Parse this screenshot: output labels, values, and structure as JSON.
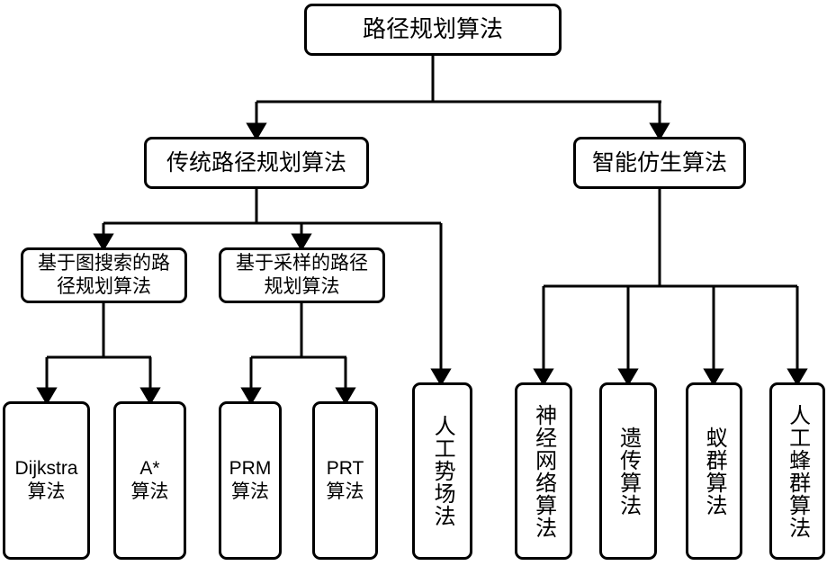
{
  "diagram": {
    "title": "路径规划算法",
    "type": "tree-flowchart",
    "nodes": {
      "root": {
        "label": "路径规划算法",
        "level": 0
      },
      "traditional": {
        "label": "传统路径规划算法",
        "level": 1
      },
      "bionic": {
        "label": "智能仿生算法",
        "level": 1
      },
      "graph_search": {
        "label": "基于图搜索的路\n径规划算法",
        "level": 2
      },
      "sampling": {
        "label": "基于采样的路径\n规划算法",
        "level": 2
      },
      "dijkstra": {
        "label": "Dijkstra\n算法",
        "level": 3
      },
      "astar": {
        "label": "A*\n算法",
        "level": 3
      },
      "prm": {
        "label": "PRM\n算法",
        "level": 3
      },
      "prt": {
        "label": "PRT\n算法",
        "level": 3
      },
      "apf": {
        "label": "人工势场法",
        "level": 2
      },
      "neural_network": {
        "label": "神经网络算法",
        "level": 2
      },
      "genetic": {
        "label": "遗传算法",
        "level": 2
      },
      "ant_colony": {
        "label": "蚁群算法",
        "level": 2
      },
      "bee_colony": {
        "label": "人工蜂群算法",
        "level": 2
      }
    },
    "edges": [
      {
        "from": "root",
        "to": "traditional"
      },
      {
        "from": "root",
        "to": "bionic"
      },
      {
        "from": "traditional",
        "to": "graph_search"
      },
      {
        "from": "traditional",
        "to": "sampling"
      },
      {
        "from": "traditional",
        "to": "apf"
      },
      {
        "from": "graph_search",
        "to": "dijkstra"
      },
      {
        "from": "graph_search",
        "to": "astar"
      },
      {
        "from": "sampling",
        "to": "prm"
      },
      {
        "from": "sampling",
        "to": "prt"
      },
      {
        "from": "bionic",
        "to": "neural_network"
      },
      {
        "from": "bionic",
        "to": "genetic"
      },
      {
        "from": "bionic",
        "to": "ant_colony"
      },
      {
        "from": "bionic",
        "to": "bee_colony"
      }
    ],
    "colors": {
      "line": "#000000",
      "box_border": "#000000",
      "box_fill": "#ffffff",
      "text": "#000000",
      "background": "#ffffff"
    }
  }
}
